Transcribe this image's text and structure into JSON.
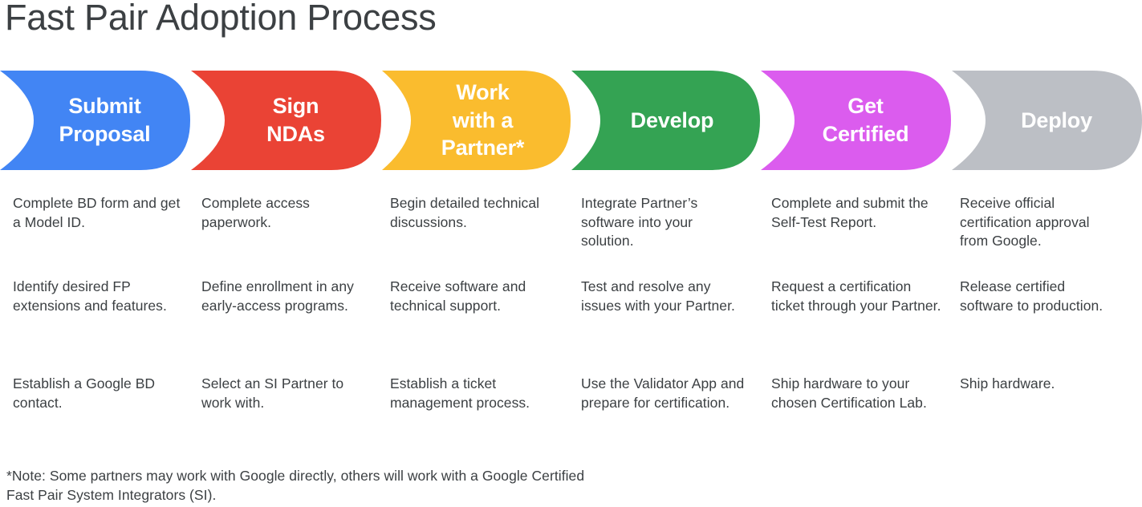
{
  "page": {
    "title": "Fast Pair Adoption Process",
    "title_color": "#3c4043",
    "background": "#ffffff",
    "body_text_color": "#3c4043"
  },
  "stages": [
    {
      "id": "submit-proposal",
      "label": "Submit\nProposal",
      "color": "#4285f4",
      "label_color": "#ffffff",
      "items": [
        "Complete BD form and get a Model ID.",
        "Identify desired FP extensions and features.",
        "Establish a Google BD contact."
      ]
    },
    {
      "id": "sign-ndas",
      "label": "Sign\nNDAs",
      "color": "#ea4335",
      "label_color": "#ffffff",
      "items": [
        "Complete access paperwork.",
        "Define enrollment in any early-access programs.",
        "Select an SI Partner to work with."
      ]
    },
    {
      "id": "work-with-a-partner",
      "label": "Work\nwith a\nPartner*",
      "color": "#fabc2e",
      "label_color": "#ffffff",
      "items": [
        "Begin detailed technical discussions.",
        "Receive software and technical support.",
        "Establish a ticket management process."
      ]
    },
    {
      "id": "develop",
      "label": "Develop",
      "color": "#34a353",
      "label_color": "#ffffff",
      "items": [
        "Integrate Partner’s software into your solution.",
        "Test and resolve any issues with your Partner.",
        "Use the Validator App and prepare for certification."
      ]
    },
    {
      "id": "get-certified",
      "label": "Get\nCertified",
      "color": "#db5cee",
      "label_color": "#ffffff",
      "items": [
        "Complete and submit the Self-Test Report.",
        "Request a certification ticket through your Partner.",
        "Ship hardware to your chosen Certification Lab."
      ]
    },
    {
      "id": "deploy",
      "label": "Deploy",
      "color": "#bcbfc5",
      "label_color": "#ffffff",
      "items": [
        "Receive official certification approval from Google.",
        "Release certified software to production.",
        "Ship hardware."
      ]
    }
  ],
  "footnote": "*Note: Some partners may work with Google directly, others will work with a Google Certified Fast Pair System Integrators (SI)."
}
